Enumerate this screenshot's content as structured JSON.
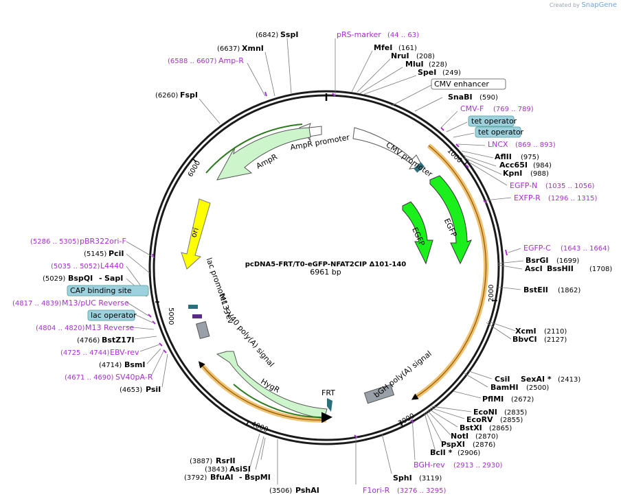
{
  "branding": {
    "created_by": "Created by",
    "app": "SnapGene"
  },
  "plasmid": {
    "name": "pcDNA5-FRT/T0-eGFP-NFAT2CIP Δ101-140",
    "size": "6961 bp"
  },
  "ticks": [
    "1000",
    "2000",
    "3000",
    "4000",
    "5000",
    "6000"
  ],
  "features": [
    "pRS-marker",
    "AmpR promoter",
    "AmpR",
    "ori",
    "CMV promoter",
    "EGFP",
    "EGFP",
    "lac promoter",
    "M13 rev",
    "SV40 poly(A) signal",
    "HygR",
    "FRT",
    "bGH poly(A) signal"
  ],
  "sites": {
    "SspI": {
      "pos": "(6842)",
      "name": "SspI"
    },
    "XmnI": {
      "pos": "(6637)",
      "name": "XmnI"
    },
    "AmpR_p": {
      "pos": "(6588 .. 6607)",
      "name": "Amp-R"
    },
    "FspI": {
      "pos": "(6260)",
      "name": "FspI"
    },
    "pRS": {
      "pos": "(44 .. 63)",
      "name": "pRS-marker"
    },
    "MfeI": {
      "pos": "(161)",
      "name": "MfeI"
    },
    "NruI": {
      "pos": "(208)",
      "name": "NruI"
    },
    "MluI": {
      "pos": "(228)",
      "name": "MluI"
    },
    "SpeI": {
      "pos": "(249)",
      "name": "SpeI"
    },
    "CMVenh": {
      "name": "CMV enhancer"
    },
    "SnaBI": {
      "pos": "(590)",
      "name": "SnaBI"
    },
    "CMVF": {
      "pos": "(769 .. 789)",
      "name": "CMV-F"
    },
    "tet1": {
      "name": "tet operator"
    },
    "tet2": {
      "name": "tet operator"
    },
    "LNCX": {
      "pos": "(869 .. 893)",
      "name": "LNCX"
    },
    "AflII": {
      "pos": "(975)",
      "name": "AflII"
    },
    "Acc65I": {
      "pos": "(984)",
      "name": "Acc65I"
    },
    "KpnI": {
      "pos": "(988)",
      "name": "KpnI"
    },
    "EGFPN": {
      "pos": "(1035 .. 1056)",
      "name": "EGFP-N"
    },
    "EXFPR": {
      "pos": "(1296 .. 1315)",
      "name": "EXFP-R"
    },
    "EGFPC": {
      "pos": "(1643 .. 1664)",
      "name": "EGFP-C"
    },
    "BsrGI": {
      "pos": "(1699)",
      "name": "BsrGI"
    },
    "AscI": {
      "pos": "(1708)",
      "name": "AscI",
      "name2": "BssHII"
    },
    "BstEII": {
      "pos": "(1862)",
      "name": "BstEII"
    },
    "XcmI": {
      "pos": "(2110)",
      "name": "XcmI"
    },
    "BbvCI": {
      "pos": "(2127)",
      "name": "BbvCI"
    },
    "CsiI": {
      "pos": "(2413)",
      "name": "CsiI",
      "name2": "SexAI *"
    },
    "BamHI": {
      "pos": "(2500)",
      "name": "BamHI"
    },
    "PflMI": {
      "pos": "(2672)",
      "name": "PflMI"
    },
    "EcoNI": {
      "pos": "(2835)",
      "name": "EcoNI"
    },
    "EcoRV": {
      "pos": "(2855)",
      "name": "EcoRV"
    },
    "BstXI": {
      "pos": "(2865)",
      "name": "BstXI"
    },
    "NotI": {
      "pos": "(2870)",
      "name": "NotI"
    },
    "PspXI": {
      "pos": "(2876)",
      "name": "PspXI"
    },
    "BclI": {
      "pos": "(2906)",
      "name": "BclI *"
    },
    "BGHrev": {
      "pos": "(2913 .. 2930)",
      "name": "BGH-rev"
    },
    "SphI": {
      "pos": "(3119)",
      "name": "SphI"
    },
    "F1ori": {
      "pos": "(3276 .. 3295)",
      "name": "F1ori-R"
    },
    "PshAI": {
      "pos": "(3506)",
      "name": "PshAI"
    },
    "RsrII": {
      "pos": "(3887)",
      "name": "RsrII"
    },
    "AsiSI": {
      "pos": "(3843)",
      "name": "AsiSI"
    },
    "BfuAI": {
      "pos": "(3792)",
      "name": "BfuAI",
      "name2": "BspMI"
    },
    "pBR322": {
      "pos": "(5286 .. 5305)",
      "name": "pBR322ori-F"
    },
    "PciI": {
      "pos": "(5145)",
      "name": "PciI"
    },
    "L4440": {
      "pos": "(5035 .. 5052)",
      "name": "L4440"
    },
    "BspQI": {
      "pos": "(5029)",
      "name": "BspQI",
      "name2": "SapI"
    },
    "CAP": {
      "name": "CAP binding site"
    },
    "M13pUC": {
      "pos": "(4817 .. 4839)",
      "name": "M13/pUC Reverse"
    },
    "lacop": {
      "name": "lac operator"
    },
    "M13Rev": {
      "pos": "(4804 .. 4820)",
      "name": "M13 Reverse"
    },
    "BstZ17I": {
      "pos": "(4766)",
      "name": "BstZ17I"
    },
    "EBV": {
      "pos": "(4725 .. 4744)",
      "name": "EBV-rev"
    },
    "BsmI": {
      "pos": "(4714)",
      "name": "BsmI"
    },
    "SV40pA": {
      "pos": "(4671 .. 4690)",
      "name": "SV40pA-R"
    },
    "PsiI": {
      "pos": "(4653)",
      "name": "PsiI"
    }
  },
  "colors": {
    "backbone": "#1a1a1a",
    "feature_green": "#ccf5cc",
    "egfp": "#1cf01c",
    "ori": "#ffff00",
    "orf_outline": "#f0c070",
    "primer": "#a52fd0",
    "box_blue": "#9ed1de",
    "grey_box": "#9aa0a8"
  }
}
